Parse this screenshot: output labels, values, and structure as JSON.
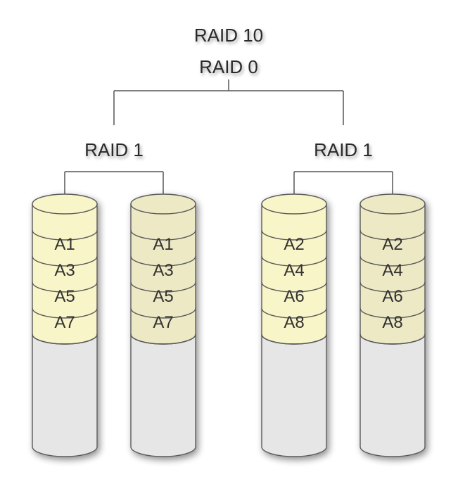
{
  "title": {
    "top": "RAID 10",
    "sub": "RAID 0"
  },
  "groups": [
    {
      "label": "RAID 1"
    },
    {
      "label": "RAID 1"
    }
  ],
  "disks": [
    {
      "blocks": [
        "A1",
        "A3",
        "A5",
        "A7"
      ]
    },
    {
      "blocks": [
        "A1",
        "A3",
        "A5",
        "A7"
      ]
    },
    {
      "blocks": [
        "A2",
        "A4",
        "A6",
        "A8"
      ]
    },
    {
      "blocks": [
        "A2",
        "A4",
        "A6",
        "A8"
      ]
    }
  ],
  "colors": {
    "primary_fill": "#f8f5c8",
    "mirror_fill": "#ece9c4",
    "empty_fill": "#e6e6e6",
    "outline": "#5a5a5a",
    "line": "#555555",
    "text": "#333333"
  }
}
